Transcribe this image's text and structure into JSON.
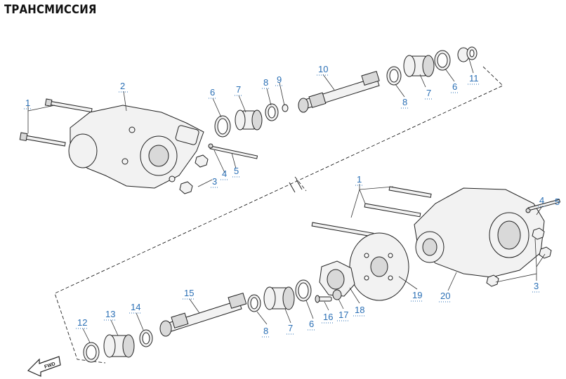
{
  "title": "ТРАНСМИССИЯ",
  "callouts": {
    "c1a": "1",
    "c2": "2",
    "c3a": "3",
    "c4a": "4",
    "c5a": "5",
    "c6a": "6",
    "c7a": "7",
    "c8a": "8",
    "c9": "9",
    "c10": "10",
    "c8b": "8",
    "c7b": "7",
    "c6b": "6",
    "c11": "11",
    "c1b": "1",
    "c4b": "4",
    "c5b": "5",
    "c20": "20",
    "c3b": "3",
    "c19": "19",
    "c18": "18",
    "c17": "17",
    "c16": "16",
    "c6c": "6",
    "c7c": "7",
    "c8c": "8",
    "c15": "15",
    "c14": "14",
    "c13": "13",
    "c12": "12"
  },
  "fwd_arrow_text": "FWD"
}
